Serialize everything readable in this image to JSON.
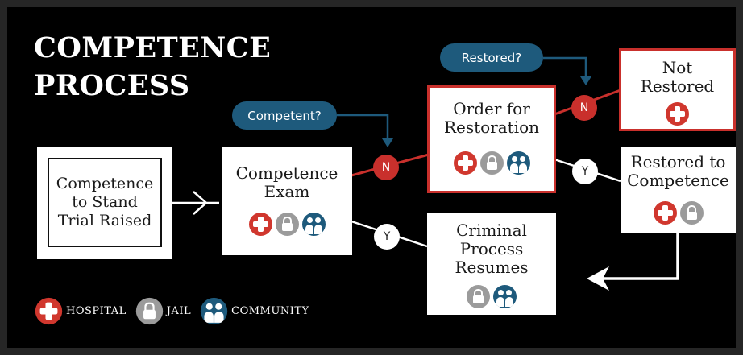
{
  "title": {
    "line1": "COMPETENCE",
    "line2": "PROCESS"
  },
  "nodes": {
    "start": {
      "line1": "Competence",
      "line2": "to Stand",
      "line3": "Trial Raised"
    },
    "exam": {
      "line1": "Competence",
      "line2": "Exam",
      "icons": [
        "hospital-icon",
        "jail-icon",
        "community-icon"
      ]
    },
    "order": {
      "line1": "Order for",
      "line2": "Restoration",
      "icons": [
        "hospital-icon",
        "jail-icon",
        "community-icon"
      ]
    },
    "not_restored": {
      "line1": "Not",
      "line2": "Restored",
      "icons": [
        "hospital-icon"
      ]
    },
    "restored": {
      "line1": "Restored to",
      "line2": "Competence",
      "icons": [
        "hospital-icon",
        "jail-icon"
      ]
    },
    "resumes": {
      "line1": "Criminal",
      "line2": "Process",
      "line3": "Resumes",
      "icons": [
        "jail-icon",
        "community-icon"
      ]
    }
  },
  "questions": {
    "competent": "Competent?",
    "restored": "Restored?"
  },
  "answers": {
    "no": "N",
    "yes": "Y"
  },
  "legend": {
    "hospital": "HOSPITAL",
    "jail": "JAIL",
    "community": "COMMUNITY"
  },
  "colors": {
    "red": "#c9302c",
    "blue": "#1e5a7c",
    "gray": "#9b9b9b",
    "background": "#000000"
  }
}
